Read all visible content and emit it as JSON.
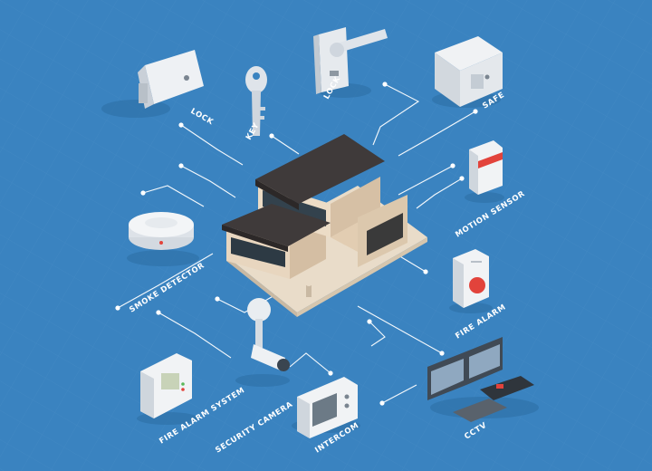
{
  "labels": {
    "lock_door": "LOCK",
    "key": "KEY",
    "lock_handle": "LOCK",
    "safe": "SAFE",
    "motion_sensor": "MOTION SENSOR",
    "fire_alarm": "FIRE ALARM",
    "cctv": "CCTV",
    "intercom": "INTERCOM",
    "security_camera": "SECURITY CAMERA",
    "fire_alarm_system": "FIRE ALARM SYSTEM",
    "smoke_detector": "SMOKE DETECTOR"
  },
  "colors": {
    "background": "#3a83c0",
    "lines": "#ffffff",
    "roof": "#3f3a3a",
    "wall": "#e8d6bf",
    "device": "#eef1f4",
    "alarm_red": "#e2433b"
  }
}
